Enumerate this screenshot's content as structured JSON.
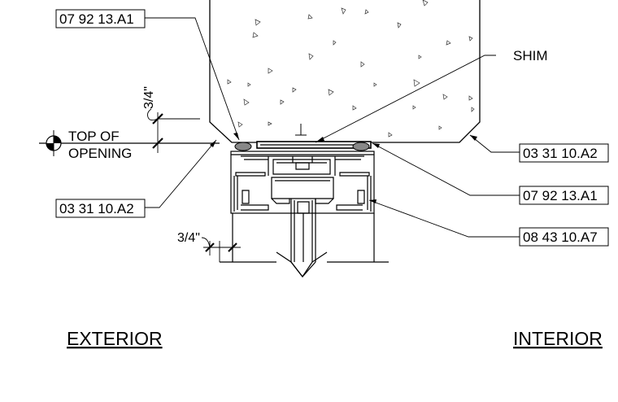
{
  "tags": {
    "sealant_top": "07 92 13.A1",
    "concrete_left": "03 31 10.A2",
    "concrete_right": "03 31 10.A2",
    "sealant_right": "07 92 13.A1",
    "frame": "08 43 10.A7"
  },
  "notes": {
    "shim": "SHIM",
    "top_of_opening_line1": "TOP OF",
    "top_of_opening_line2": "OPENING"
  },
  "dimensions": {
    "upper": "3/4\"",
    "lower": "3/4\""
  },
  "sides": {
    "exterior": "EXTERIOR",
    "interior": "INTERIOR"
  }
}
